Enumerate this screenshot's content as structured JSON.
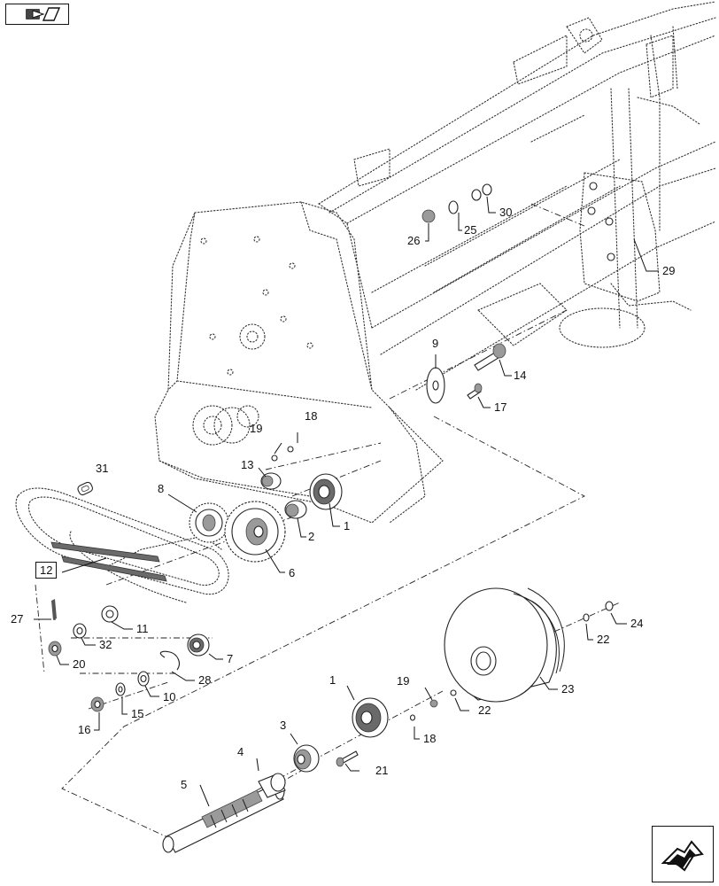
{
  "navigation": {
    "top_icon": "parts-catalog-back-icon",
    "bottom_icon": "next-page-arrow-icon"
  },
  "callouts": [
    "1",
    "2",
    "3",
    "4",
    "5",
    "6",
    "7",
    "8",
    "9",
    "10",
    "11",
    "12",
    "13",
    "14",
    "15",
    "16",
    "17",
    "18",
    "19",
    "20",
    "21",
    "22",
    "23",
    "24",
    "25",
    "26",
    "27",
    "28",
    "29",
    "30",
    "31",
    "32"
  ],
  "labels": {
    "c1a": "1",
    "c1b": "1",
    "c2": "2",
    "c3": "3",
    "c4": "4",
    "c5": "5",
    "c6": "6",
    "c7": "7",
    "c8": "8",
    "c9": "9",
    "c10": "10",
    "c11": "11",
    "c12": "12",
    "c13": "13",
    "c14": "14",
    "c15": "15",
    "c16": "16",
    "c17": "17",
    "c18a": "18",
    "c18b": "18",
    "c19a": "19",
    "c19b": "19",
    "c20": "20",
    "c21": "21",
    "c22a": "22",
    "c22b": "22",
    "c23": "23",
    "c24": "24",
    "c25": "25",
    "c26": "26",
    "c27": "27",
    "c28": "28",
    "c29": "29",
    "c30": "30",
    "c31": "31",
    "c32": "32"
  }
}
